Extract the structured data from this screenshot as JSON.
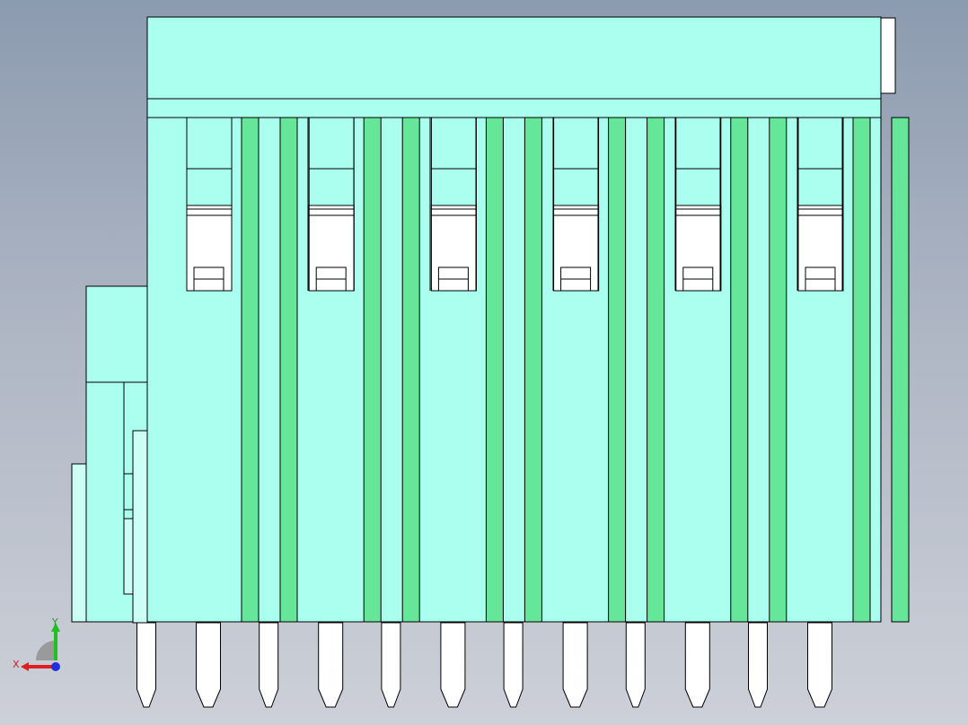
{
  "viewport": {
    "background_top": "#8c9bb0",
    "background_bottom": "#cdd0d8"
  },
  "model": {
    "body_color": "#aaffee",
    "rib_color": "#66e698",
    "edge_color": "#000000",
    "cavity_count": 6,
    "rib_count": 12,
    "pin_count": 12
  },
  "triad": {
    "x_label": "X",
    "y_label": "Y",
    "x_color": "#e02020",
    "y_color": "#20c020",
    "z_color": "#2030e0"
  }
}
